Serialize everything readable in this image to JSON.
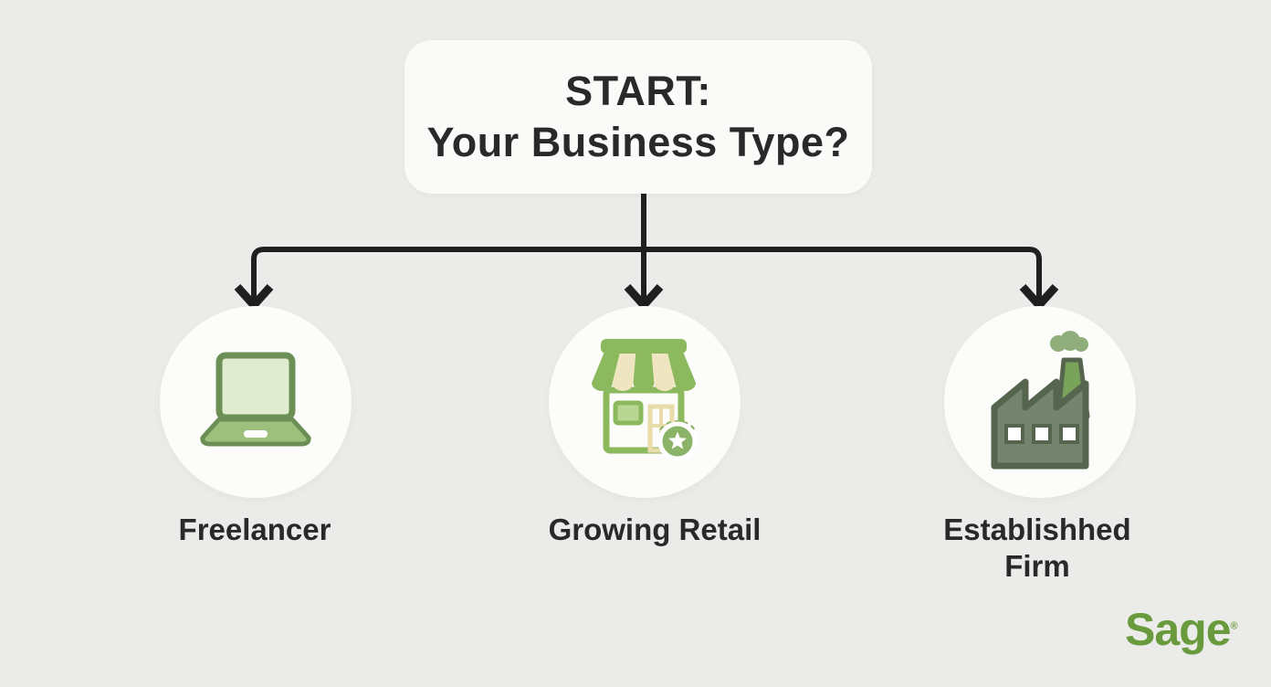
{
  "colors": {
    "background": "#ebebe9",
    "card": "#fafaf8",
    "text": "#29292a",
    "connector": "#1f1f1f",
    "circle": "#fcfcfa",
    "green_dark": "#6b8f55",
    "green_mid": "#9dc17c",
    "green_light": "#dfeccf",
    "store_green": "#8cb85e",
    "window_green": "#b9d693",
    "cream": "#efe5c0",
    "door_cream": "#e9dcab",
    "badge_green": "#8cb468",
    "factory_body": "#74846e",
    "factory_outline": "#55654e",
    "chimney": "#7aa35a",
    "smoke": "#8fae7c",
    "brand_green": "#699b3e"
  },
  "title": {
    "line1": "START:",
    "line2": "Your Business Type?"
  },
  "branches": [
    {
      "label": "Freelancer",
      "icon": "laptop-icon"
    },
    {
      "label": "Growing Retail",
      "icon": "storefront-icon",
      "badge_icon": "star-badge-icon"
    },
    {
      "label": "Establishhed Firm",
      "icon": "factory-icon"
    }
  ],
  "brand": {
    "name": "Sage",
    "mark": "®"
  }
}
